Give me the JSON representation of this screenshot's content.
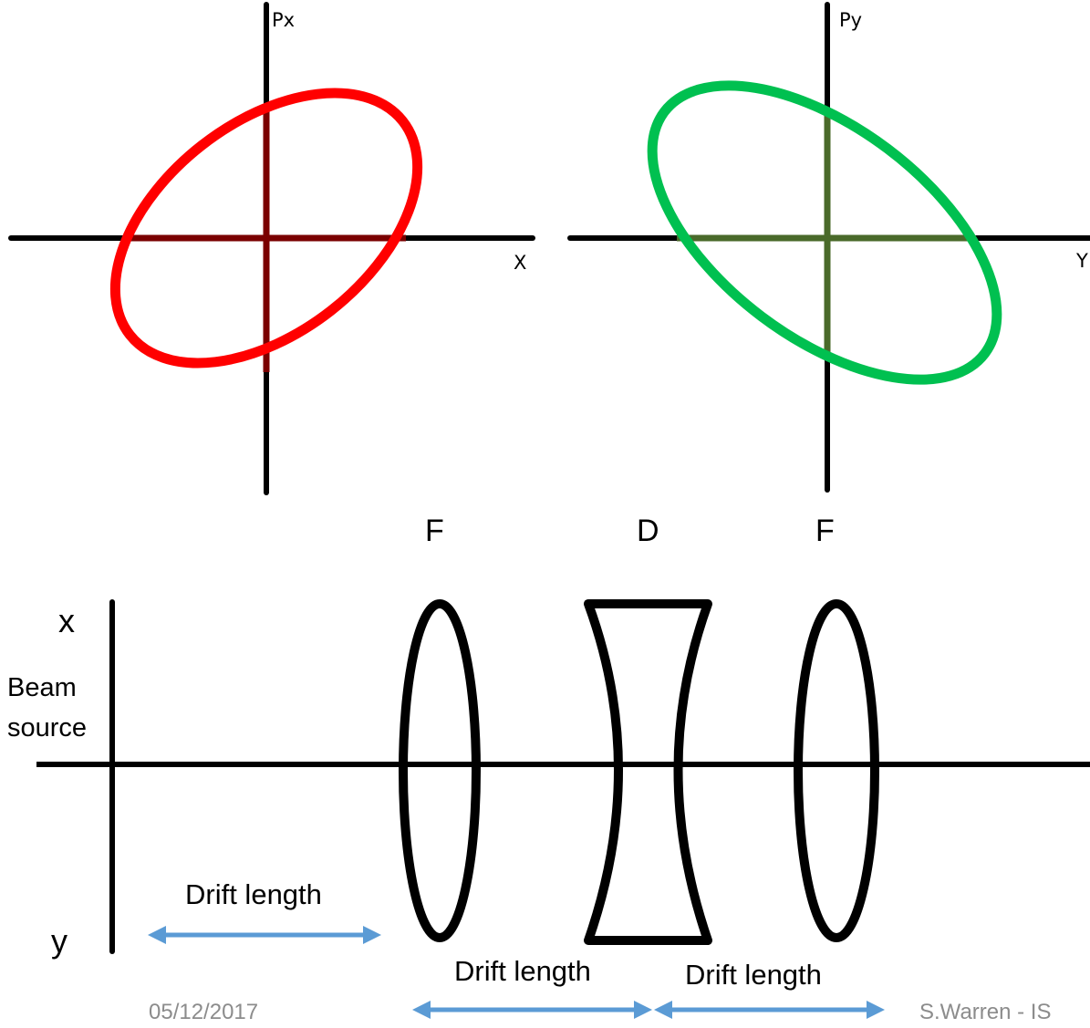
{
  "phase_space": {
    "horizontal": {
      "vertical_axis_label": "Px",
      "horizontal_axis_label": "X",
      "ellipse_color": "#ff0000",
      "inner_line_color": "#7a0000"
    },
    "vertical": {
      "vertical_axis_label": "Py",
      "horizontal_axis_label": "Y",
      "ellipse_color": "#00c050",
      "inner_line_color": "#4a6a2a"
    }
  },
  "beamline": {
    "lens_labels": [
      "F",
      "D",
      "F"
    ],
    "x_label": "x",
    "y_label": "y",
    "source_label": "Beam\nsource",
    "drift_labels": [
      "Drift length",
      "Drift length",
      "Drift length"
    ],
    "arrow_color": "#5b9bd5"
  },
  "footer": {
    "date": "05/12/2017",
    "author": "S.Warren  -  IS"
  }
}
